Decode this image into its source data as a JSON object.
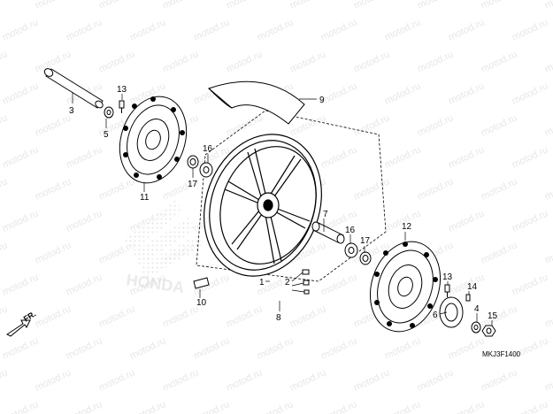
{
  "watermark_text": "motod.ru",
  "diagram_code": "MKJ3F1400",
  "direction_label": "FR.",
  "brand_watermark": "HONDA",
  "colors": {
    "line": "#000000",
    "watermark": "#e6e6e6",
    "brand": "#d9d9d9"
  },
  "callouts": {
    "c1": "1",
    "c2": "2",
    "c3": "3",
    "c4": "4",
    "c5": "5",
    "c6": "6",
    "c7": "7",
    "c8": "8",
    "c9": "9",
    "c10": "10",
    "c11": "11",
    "c12": "12",
    "c13a": "13",
    "c13b": "13",
    "c14": "14",
    "c15": "15",
    "c16a": "16",
    "c16b": "16",
    "c17a": "17",
    "c17b": "17"
  }
}
